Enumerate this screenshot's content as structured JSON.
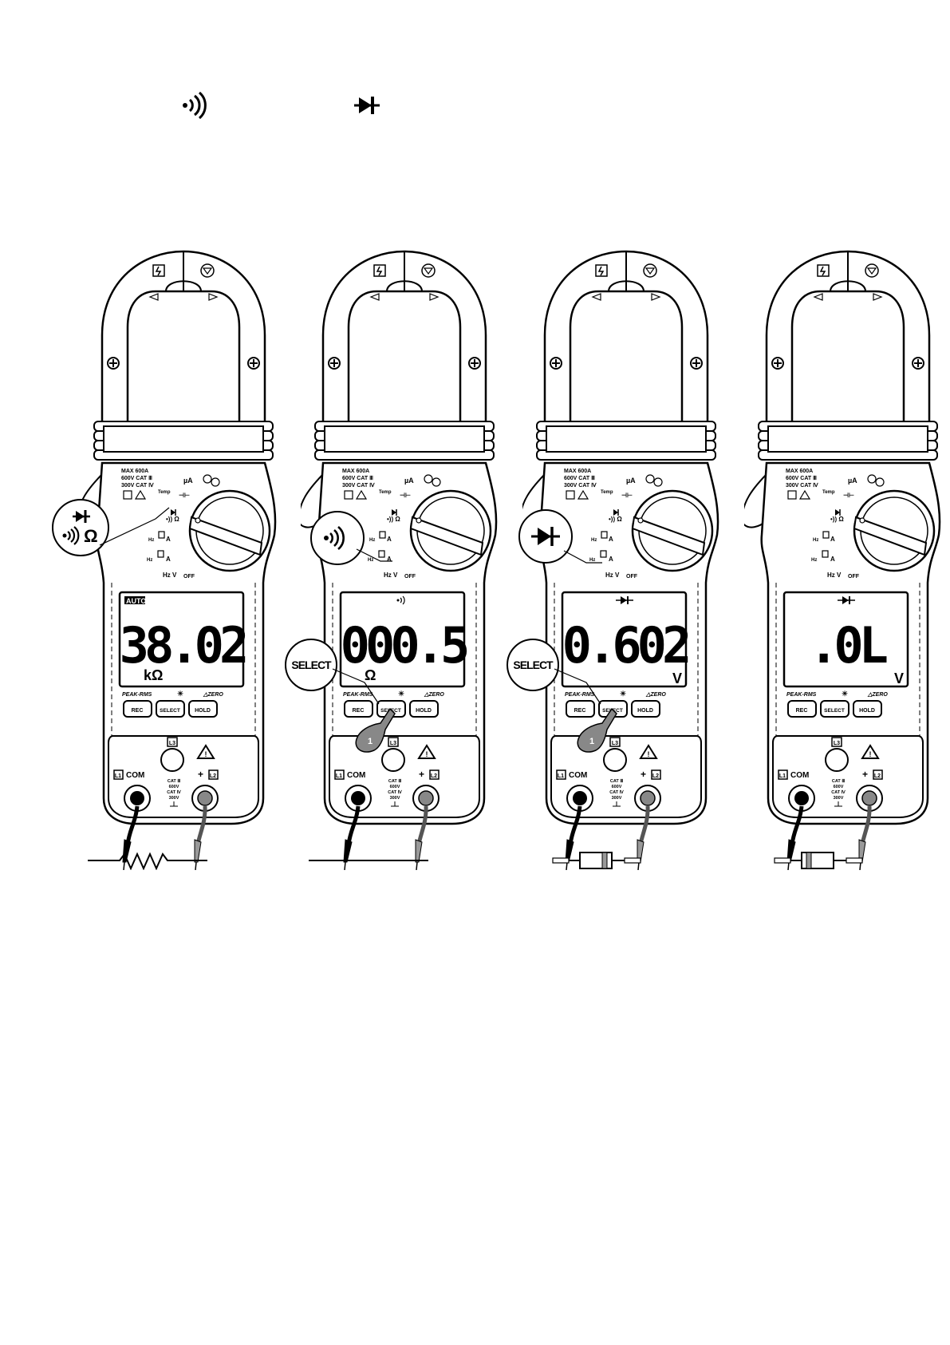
{
  "header_icons": [
    "continuity-icon",
    "diode-icon"
  ],
  "meters": [
    {
      "id": "meter-resistance",
      "lcd_top": "AUTO",
      "lcd_reading": "38.02",
      "lcd_unit": "kΩ",
      "callout_type": "function",
      "callout_unit": "Ω",
      "show_select_callout": false,
      "show_finger": false,
      "component": "resistor"
    },
    {
      "id": "meter-continuity",
      "lcd_top": "",
      "lcd_reading": "000.5",
      "lcd_unit": "Ω",
      "callout_type": "continuity",
      "callout_unit": "",
      "show_select_callout": true,
      "show_finger": true,
      "component": "wire"
    },
    {
      "id": "meter-diode-forward",
      "lcd_top": "",
      "lcd_reading": "0.602",
      "lcd_unit": "V",
      "callout_type": "diode",
      "callout_unit": "",
      "show_select_callout": true,
      "show_finger": true,
      "component": "diode"
    },
    {
      "id": "meter-diode-reverse",
      "lcd_top": "",
      "lcd_reading": ".0L",
      "lcd_unit": "V",
      "callout_type": "",
      "callout_unit": "",
      "show_select_callout": false,
      "show_finger": false,
      "component": "diode-reversed"
    }
  ],
  "labels": {
    "rating_line1": "MAX 600A",
    "rating_line2": "600V CAT Ⅲ",
    "rating_line3": "300V CAT Ⅳ",
    "temp": "Temp",
    "ua": "µA",
    "hz1": "Hz",
    "hz2": "Hz",
    "hz3": "Hz V",
    "a1": "A",
    "a2": "A",
    "off": "OFF",
    "peak_rms": "PEAK-RMS",
    "zero": "△ZERO",
    "btn_rec": "REC",
    "btn_select": "SELECT",
    "btn_hold": "HOLD",
    "select_callout": "SELECT",
    "finger_number": "1",
    "com": "COM",
    "cat_block1": "CAT Ⅲ",
    "cat_block2": "600V",
    "cat_block3": "CAT Ⅳ",
    "cat_block4": "300V",
    "plus": "+",
    "l1": "L1",
    "l2": "L2",
    "l3": "L3"
  }
}
